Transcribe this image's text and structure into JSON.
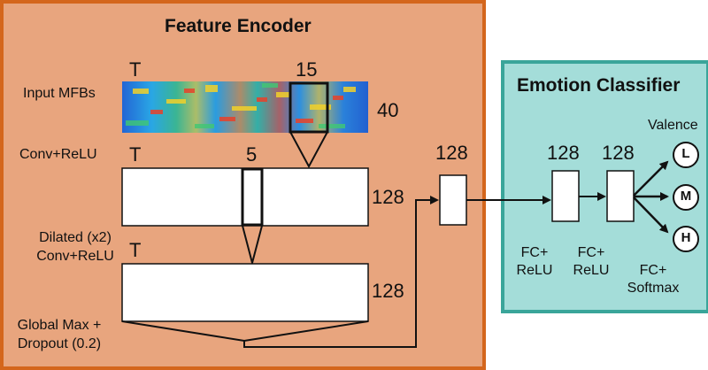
{
  "feature_encoder": {
    "title": "Feature Encoder",
    "input_label": "Input MFBs",
    "input_time": "T",
    "input_window": "15",
    "input_height": "40",
    "conv_label": "Conv+ReLU",
    "conv_time": "T",
    "conv_window": "5",
    "conv_channels": "128",
    "dilated_label_line1": "Dilated (x2)",
    "dilated_label_line2": "Conv+ReLU",
    "dilated_time": "T",
    "dilated_channels": "128",
    "pool_label_line1": "Global Max +",
    "pool_label_line2": "Dropout (0.2)",
    "pooled_size": "128"
  },
  "emotion_classifier": {
    "title": "Emotion Classifier",
    "fc1_size": "128",
    "fc2_size": "128",
    "fc1_label_line1": "FC+",
    "fc1_label_line2": "ReLU",
    "fc2_label_line1": "FC+",
    "fc2_label_line2": "ReLU",
    "fc3_label_line1": "FC+",
    "fc3_label_line2": "Softmax",
    "output_title": "Valence",
    "outputs": [
      "L",
      "M",
      "H"
    ]
  },
  "colors": {
    "encoder_fill": "#e8a57e",
    "encoder_border": "#d4661c",
    "classifier_fill": "#a4ddd9",
    "classifier_border": "#3aa59a"
  }
}
